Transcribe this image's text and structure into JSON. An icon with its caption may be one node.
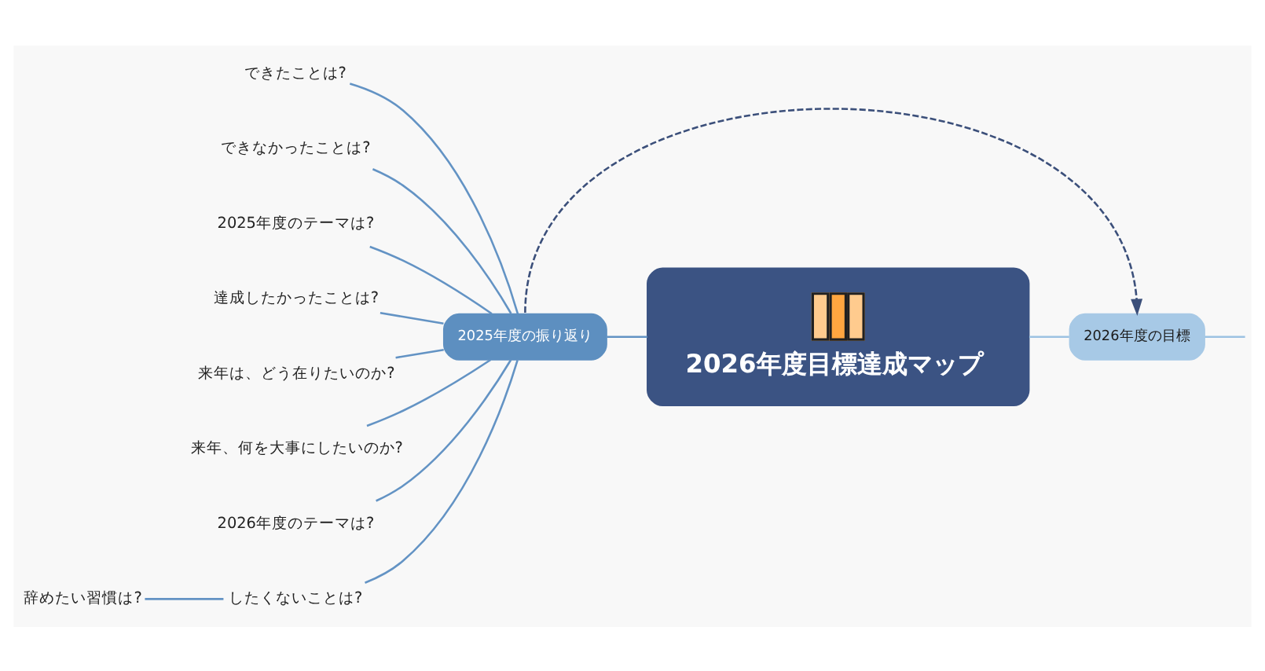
{
  "diagram": {
    "nodes": [
      {
        "text": [
          "2026年度目標達成マップ"
        ]
      },
      {
        "text": [
          "2025年度の振り返り"
        ]
      },
      {
        "text": [
          "2026年度の目標"
        ]
      },
      {
        "text": [
          "できたことは?"
        ]
      },
      {
        "text": [
          "できなかったことは?"
        ]
      },
      {
        "text": [
          "2025年度のテーマは?"
        ]
      },
      {
        "text": [
          "達成したかったことは?"
        ]
      },
      {
        "text": [
          "来年は、どう在りたいのか?"
        ]
      },
      {
        "text": [
          "来年、何を大事にしたいのか?"
        ]
      },
      {
        "text": [
          "2026年度のテーマは?"
        ]
      },
      {
        "text": [
          "したくないことは?"
        ]
      },
      {
        "text": [
          "辞めたい習慣は?"
        ]
      }
    ],
    "edges": [
      {
        "from": 1,
        "to": 0,
        "arrow": "none"
      },
      {
        "from": 0,
        "to": 2,
        "arrow": "none",
        "color": "#9cc2e2"
      },
      {
        "from": 2,
        "to": null,
        "arrow": "none",
        "color": "#9cc2e2"
      },
      {
        "from": 3,
        "to": 1,
        "arrow": "none"
      },
      {
        "from": 4,
        "to": 1,
        "arrow": "none"
      },
      {
        "from": 5,
        "to": 1,
        "arrow": "none"
      },
      {
        "from": 6,
        "to": 1,
        "arrow": "none"
      },
      {
        "from": 7,
        "to": 1,
        "arrow": "none"
      },
      {
        "from": 8,
        "to": 1,
        "arrow": "none"
      },
      {
        "from": 9,
        "to": 1,
        "arrow": "none"
      },
      {
        "from": 10,
        "to": 1,
        "arrow": "none"
      },
      {
        "from": 11,
        "to": 10,
        "arrow": "none"
      },
      {
        "from": 1,
        "to": 2,
        "arrow": "to",
        "style": "dashed",
        "color": "#3b4f7a"
      }
    ]
  }
}
